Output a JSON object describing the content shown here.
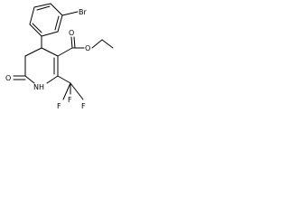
{
  "molecule": {
    "labels": {
      "bromo": "Br",
      "ester_o_left": "O",
      "ester_o_right": "O",
      "ketone_o": "O",
      "nh": "NH",
      "f_top": "F",
      "f_left": "F",
      "f_right": "F"
    },
    "colors": {
      "bond": "#000000",
      "label": "#000000",
      "background": "#ffffff"
    }
  }
}
